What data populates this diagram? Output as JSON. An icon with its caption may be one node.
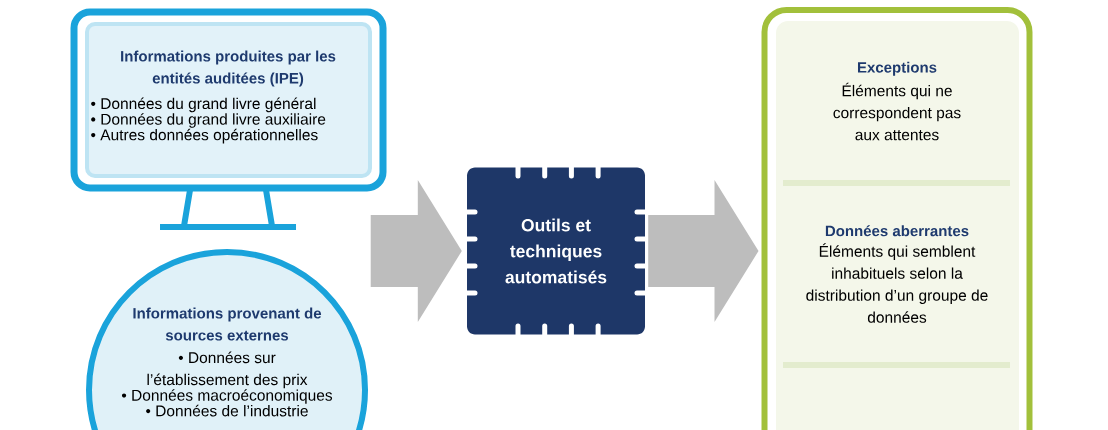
{
  "diagram": {
    "nodes": [
      {
        "text": [
          "Informations produites par les entités auditées (IPE)",
          "• Données du grand livre général",
          "• Données du grand livre auxiliaire",
          "• Autres données opérationnelles"
        ]
      },
      {
        "text": [
          "Informations provenant de sources externes",
          "• Données sur l’établissement des prix",
          "• Données macroéconomiques",
          "• Données de l’industrie"
        ]
      },
      {
        "text": [
          "Outils et techniques automatisés"
        ]
      },
      {
        "text": [],
        "shape": "box"
      },
      {
        "text": [
          "Exceptions",
          "Éléments qui ne correspondent pas aux attentes"
        ],
        "in": 3
      },
      {
        "text": [
          "Données aberrantes",
          "Éléments qui semblent inhabituels selon la distribution d’un groupe de données"
        ],
        "in": 3
      }
    ],
    "edges": [
      {
        "from": 0,
        "to": 2,
        "arrow": "to"
      },
      {
        "from": 1,
        "to": 2,
        "arrow": "to"
      },
      {
        "from": 2,
        "to": 3,
        "arrow": "to"
      }
    ]
  }
}
